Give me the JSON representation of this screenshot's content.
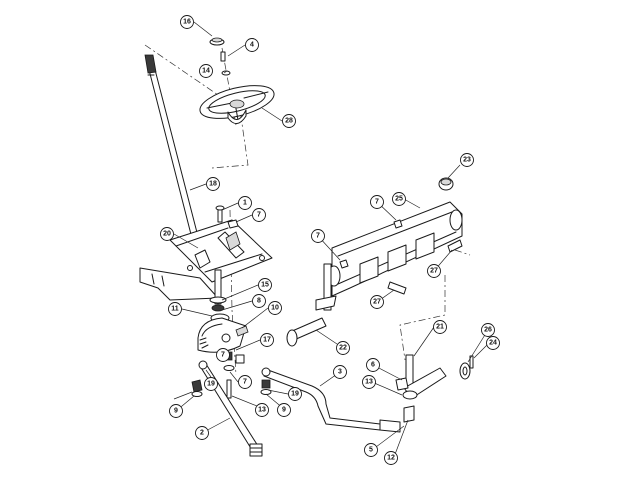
{
  "callouts": [
    {
      "id": "c16",
      "label": "16"
    },
    {
      "id": "c4",
      "label": "4"
    },
    {
      "id": "c14",
      "label": "14"
    },
    {
      "id": "c28",
      "label": "28"
    },
    {
      "id": "c18",
      "label": "18"
    },
    {
      "id": "c1",
      "label": "1"
    },
    {
      "id": "c7a",
      "label": "7"
    },
    {
      "id": "c20",
      "label": "20"
    },
    {
      "id": "c15",
      "label": "15"
    },
    {
      "id": "c8",
      "label": "8"
    },
    {
      "id": "c11",
      "label": "11"
    },
    {
      "id": "c10",
      "label": "10"
    },
    {
      "id": "c17",
      "label": "17"
    },
    {
      "id": "c7b",
      "label": "7"
    },
    {
      "id": "c19a",
      "label": "19"
    },
    {
      "id": "c7c",
      "label": "7"
    },
    {
      "id": "c19b",
      "label": "19"
    },
    {
      "id": "c9a",
      "label": "9"
    },
    {
      "id": "c13a",
      "label": "13"
    },
    {
      "id": "c9b",
      "label": "9"
    },
    {
      "id": "c2",
      "label": "2"
    },
    {
      "id": "c3",
      "label": "3"
    },
    {
      "id": "c23",
      "label": "23"
    },
    {
      "id": "c7d",
      "label": "7"
    },
    {
      "id": "c25",
      "label": "25"
    },
    {
      "id": "c7e",
      "label": "7"
    },
    {
      "id": "c27a",
      "label": "27"
    },
    {
      "id": "c27b",
      "label": "27"
    },
    {
      "id": "c22",
      "label": "22"
    },
    {
      "id": "c21",
      "label": "21"
    },
    {
      "id": "c26",
      "label": "26"
    },
    {
      "id": "c6",
      "label": "6"
    },
    {
      "id": "c24",
      "label": "24"
    },
    {
      "id": "c13b",
      "label": "13"
    },
    {
      "id": "c5",
      "label": "5"
    },
    {
      "id": "c12",
      "label": "12"
    }
  ]
}
